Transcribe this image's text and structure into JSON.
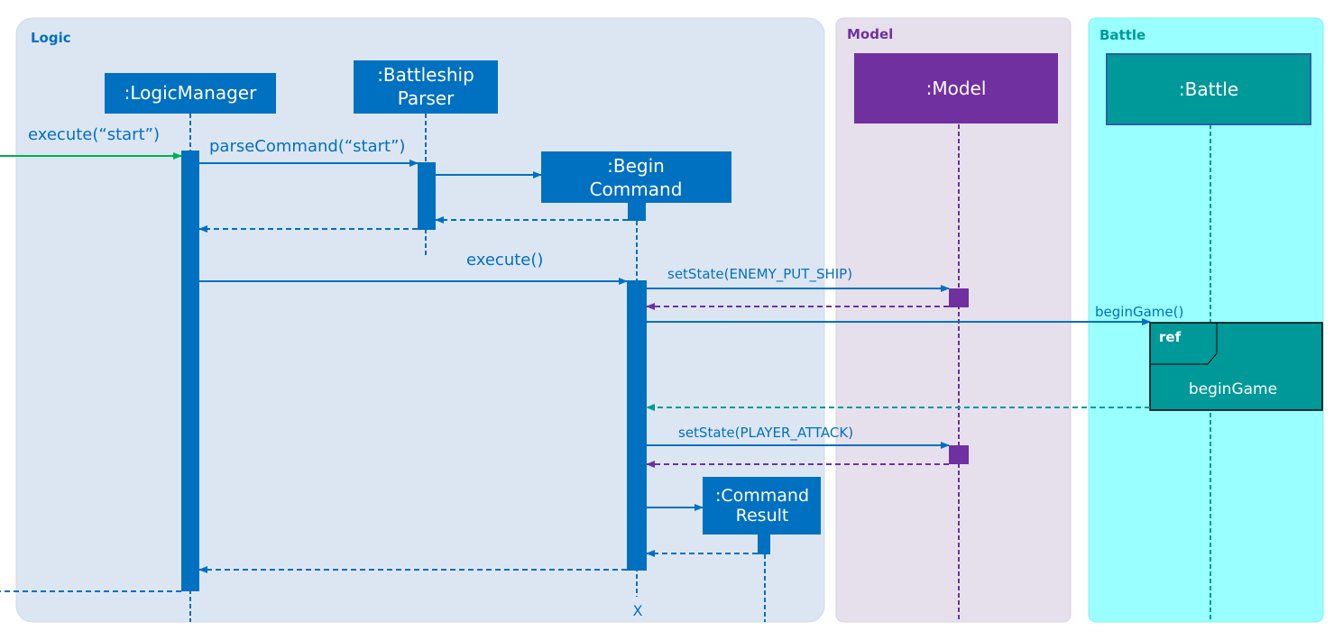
{
  "colors": {
    "logic_bg": "#dce6f2",
    "model_bg": "#e6e0ec",
    "battle_bg": "#99ffff",
    "logic_blue": "#0070c0",
    "box_blue": "#0070c0",
    "model_purple": "#7030a0",
    "battle_teal": "#009999",
    "call_green": "#00b050",
    "logic_title": "#0070c0",
    "model_title": "#7030a0",
    "battle_title": "#009999"
  },
  "regions": {
    "logic": "Logic",
    "model": "Model",
    "battle": "Battle"
  },
  "participants": {
    "logic_manager": ":LogicManager",
    "parser_line1": ":Battleship",
    "parser_line2": "Parser",
    "begin_line1": ":Begin",
    "begin_line2": "Command",
    "result_line1": ":Command",
    "result_line2": "Result",
    "model": ":Model",
    "battle": ":Battle"
  },
  "messages": {
    "execute_start": "execute(“start”)",
    "parse_command": "parseCommand(“start”)",
    "execute": "execute()",
    "set_state_enemy": "setState(ENEMY_PUT_SHIP)",
    "begin_game_call": "beginGame()",
    "set_state_player": "setState(PLAYER_ATTACK)",
    "destroy_mark": "X"
  },
  "ref_frame": {
    "tag": "ref",
    "name": "beginGame"
  }
}
